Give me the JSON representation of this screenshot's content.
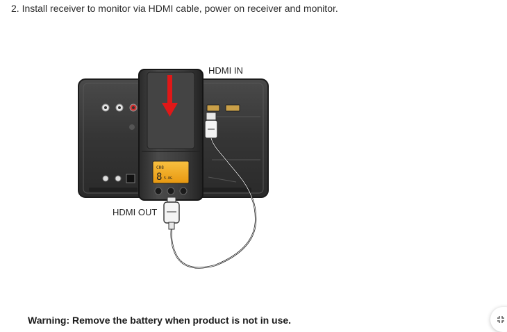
{
  "step": {
    "text": "2. Install receiver to monitor via HDMI cable, power on receiver and monitor."
  },
  "diagram": {
    "hdmi_in_label": "HDMI IN",
    "hdmi_out_label": "HDMI OUT",
    "arrow_color": "#e01818",
    "monitor_color": "#3a3a3a",
    "lcd_color": "#f2a818"
  },
  "warning": {
    "text": "Warning: Remove the battery when product is not in use."
  },
  "fab": {
    "icon": "collapse-arrows-icon"
  }
}
